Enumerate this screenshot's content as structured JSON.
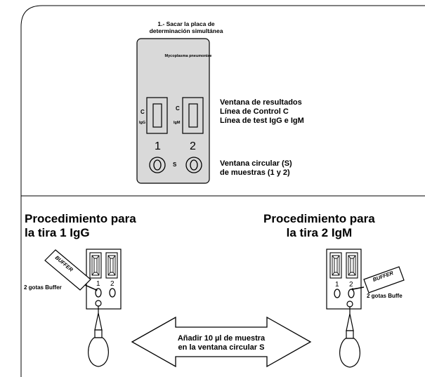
{
  "step": {
    "title": "1.- Sacar la placa de\ndeterminación simultánea"
  },
  "cassette": {
    "brand": "Mycoplasma pneumoniae",
    "control_letter": "C",
    "sample_letter": "S",
    "igg_label": "IgG",
    "igm_label": "IgM",
    "well_numbers": [
      "1",
      "2"
    ]
  },
  "legend": {
    "results": "Ventana de resultados\nLínea de Control C\nLínea de test IgG e IgM",
    "sample_window": "Ventana circular (S)\nde muestras (1 y 2)"
  },
  "procedure_1": {
    "title": "Procedimiento para\nla tira 1 IgG",
    "buffer_label": "BUFFER",
    "drops": "2 gotas Buffer"
  },
  "procedure_2": {
    "title": "Procedimiento para\nla tira 2  IgM",
    "buffer_label": "BUFFER",
    "drops": "2 gotas Buffe"
  },
  "instruction": "Añadir 10 µl de muestra\nen la ventana circular S",
  "colors": {
    "cassette_fill": "#d9d9d9",
    "line": "#000000",
    "background": "#ffffff"
  }
}
